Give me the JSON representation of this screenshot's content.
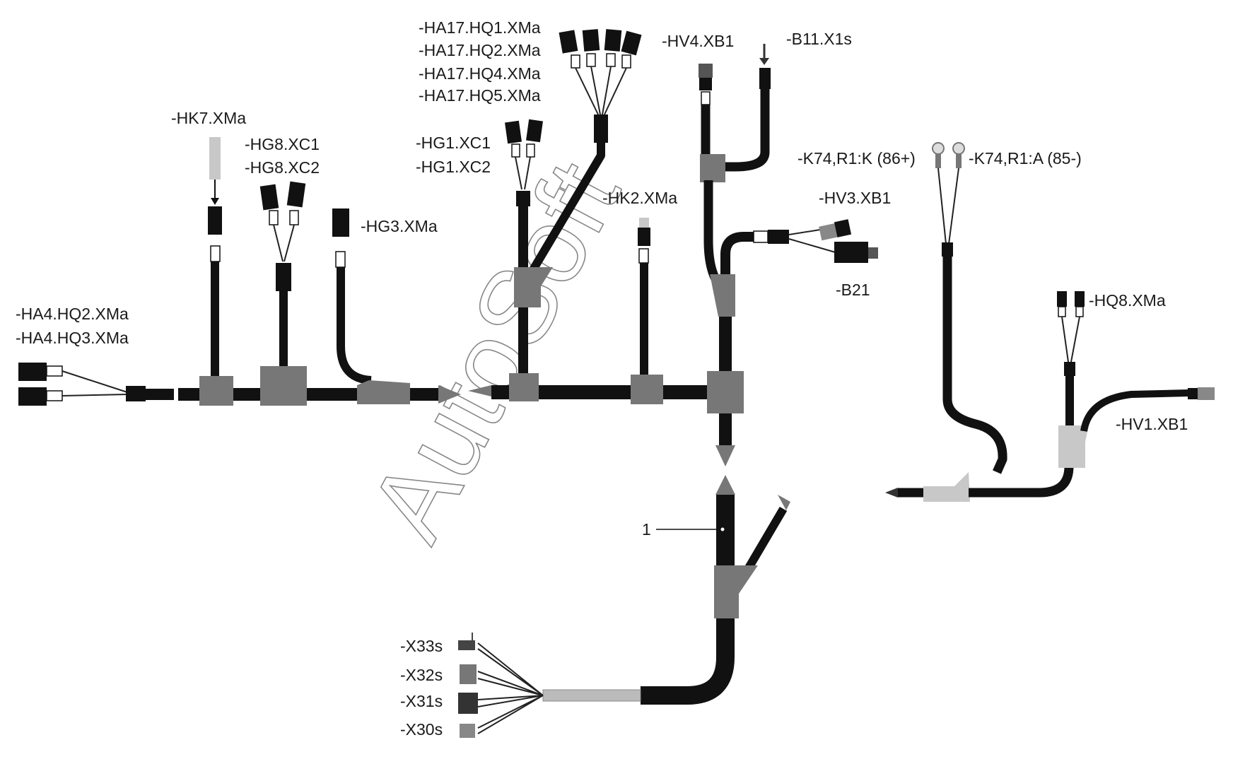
{
  "watermark": "AutoSoft",
  "labels": {
    "ha4_hq2": "-HA4.HQ2.XMa",
    "ha4_hq3": "-HA4.HQ3.XMa",
    "hk7": "-HK7.XMa",
    "hg8_xc1": "-HG8.XC1",
    "hg8_xc2": "-HG8.XC2",
    "hg3": "-HG3.XMa",
    "ha17_hq1": "-HA17.HQ1.XMa",
    "ha17_hq2": "-HA17.HQ2.XMa",
    "ha17_hq4": "-HA17.HQ4.XMa",
    "ha17_hq5": "-HA17.HQ5.XMa",
    "hg1_xc1": "-HG1.XC1",
    "hg1_xc2": "-HG1.XC2",
    "hk2": "-HK2.XMa",
    "hv4": "-HV4.XB1",
    "b11": "-B11.X1s",
    "hv3": "-HV3.XB1",
    "b21": "-B21",
    "k74_k": "-K74,R1:K (86+)",
    "k74_a": "-K74,R1:A (85-)",
    "hq8": "-HQ8.XMa",
    "hv1": "-HV1.XB1",
    "callout_1": "1",
    "x33s": "-X33s",
    "x32s": "-X32s",
    "x31s": "-X31s",
    "x30s": "-X30s"
  }
}
